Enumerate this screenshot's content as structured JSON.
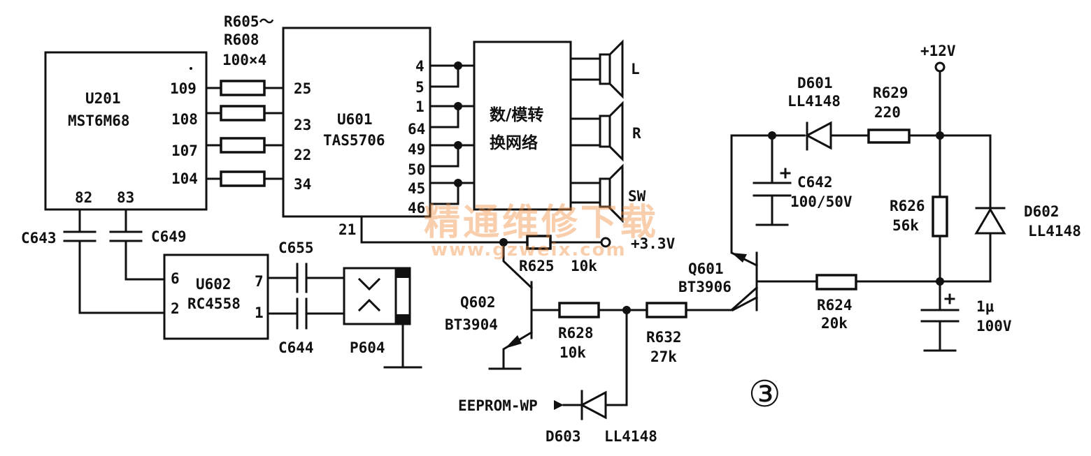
{
  "u201": {
    "ref": "U201",
    "part": "MST6M68",
    "pins": [
      "109",
      "108",
      "107",
      "104",
      "82",
      "83"
    ]
  },
  "resistor_array": {
    "ref_a": "R605～",
    "ref_b": "R608",
    "value": "100×4"
  },
  "u601": {
    "ref": "U601",
    "part": "TAS5706",
    "in_pins": [
      "25",
      "23",
      "22",
      "34"
    ],
    "out_pins": [
      "4",
      "5",
      "1",
      "64",
      "49",
      "50",
      "45",
      "46"
    ],
    "pin21": "21"
  },
  "dac_network": {
    "line1": "数/模转",
    "line2": "换网络"
  },
  "speakers": [
    "L",
    "R",
    "SW"
  ],
  "u602": {
    "ref": "U602",
    "part": "RC4558",
    "pins": [
      "6",
      "2",
      "7",
      "1"
    ]
  },
  "caps": {
    "c643": "C643",
    "c649": "C649",
    "c655": "C655",
    "c644": "C644",
    "c642": "C642",
    "c642_value": "100/50V",
    "cout_value_a": "1μ",
    "cout_value_b": "100V"
  },
  "p604": "P604",
  "r625": {
    "ref": "R625",
    "value": "10k"
  },
  "supply_33": "+3.3V",
  "q602": {
    "ref": "Q602",
    "part": "BT3904"
  },
  "r628": {
    "ref": "R628",
    "value": "10k"
  },
  "r632": {
    "ref": "R632",
    "value": "27k"
  },
  "q601": {
    "ref": "Q601",
    "part": "BT3906"
  },
  "r624": {
    "ref": "R624",
    "value": "20k"
  },
  "d601": {
    "ref": "D601",
    "part": "LL4148"
  },
  "r629": {
    "ref": "R629",
    "value": "220"
  },
  "supply_12": "+12V",
  "r626": {
    "ref": "R626",
    "value": "56k"
  },
  "d602": {
    "ref": "D602",
    "part": "LL4148"
  },
  "d603": {
    "ref": "D603",
    "part": "LL4148"
  },
  "eeprom": "EEPROM-WP",
  "figure_number": "③",
  "watermark": {
    "cn": "精通维修下载",
    "url": "www.gzweix.com"
  }
}
